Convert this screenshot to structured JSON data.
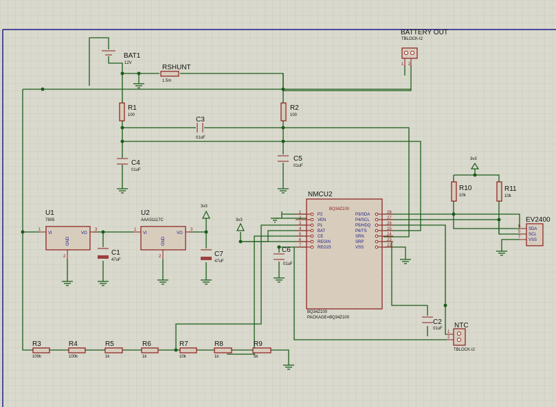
{
  "components": {
    "bat1": {
      "ref": "BAT1",
      "value": "12V"
    },
    "rshunt": {
      "ref": "RSHUNT",
      "value": "1.5m"
    },
    "battery_out": {
      "ref": "BATTERY OUT",
      "value": "TBLOCK-I2",
      "pin1": "1",
      "pin2": "2"
    },
    "r1": {
      "ref": "R1",
      "value": "100"
    },
    "r2": {
      "ref": "R2",
      "value": "100"
    },
    "c3": {
      "ref": "C3",
      "value": "01uF"
    },
    "c4": {
      "ref": "C4",
      "value": "01uF"
    },
    "c5": {
      "ref": "C5",
      "value": "01uF"
    },
    "r10": {
      "ref": "R10",
      "value": "10k"
    },
    "r11": {
      "ref": "R11",
      "value": "10k"
    },
    "ev2400": {
      "ref": "EV2400",
      "pins": [
        {
          "num": "6",
          "name": "SDA"
        },
        {
          "num": "5",
          "name": "SCL"
        },
        {
          "num": "7",
          "name": "VSS"
        }
      ]
    },
    "u1": {
      "ref": "U1",
      "value": "7805",
      "vi": "VI",
      "vo": "VO",
      "gnd": "GND",
      "p1": "1",
      "p2": "2",
      "p3": "3"
    },
    "u2": {
      "ref": "U2",
      "value": "AAAS1117C",
      "vi": "VI",
      "vo": "VO",
      "gnd": "GND",
      "p1": "1",
      "p2": "2",
      "p3": "3"
    },
    "c1": {
      "ref": "C1",
      "value": "47uF"
    },
    "c7": {
      "ref": "C7",
      "value": "47uF"
    },
    "c6": {
      "ref": "C6",
      "value": "01uF"
    },
    "c2": {
      "ref": "C2",
      "value": "01uF"
    },
    "ntc": {
      "ref": "NTC",
      "value": "TBLOCK-I2",
      "pin1": "1",
      "pin2": "2"
    },
    "nmcu2": {
      "ref": "NMCU2",
      "part": "BQ34Z100",
      "footer1": "BQ34Z100",
      "footer2": "PACKAGE=BQ34Z100",
      "left_pins": [
        {
          "num": "1",
          "name": "P2"
        },
        {
          "num": "2",
          "name": "VEN"
        },
        {
          "num": "3",
          "name": "P1"
        },
        {
          "num": "4",
          "name": "BAT"
        },
        {
          "num": "5",
          "name": "CE"
        },
        {
          "num": "6",
          "name": "REGIN"
        },
        {
          "num": "7",
          "name": "REG25"
        }
      ],
      "right_pins": [
        {
          "num": "28",
          "name": "P3/SDA"
        },
        {
          "num": "27",
          "name": "P4/SCL"
        },
        {
          "num": "26",
          "name": "P5/HDQ"
        },
        {
          "num": "25",
          "name": "P6/TS"
        },
        {
          "num": "24",
          "name": "SRN"
        },
        {
          "num": "23",
          "name": "SRP"
        },
        {
          "num": "22",
          "name": "VSS"
        }
      ]
    },
    "resistor_chain": [
      {
        "ref": "R3",
        "value": "100k"
      },
      {
        "ref": "R4",
        "value": "100k"
      },
      {
        "ref": "R5",
        "value": "1k"
      },
      {
        "ref": "R6",
        "value": "1k"
      },
      {
        "ref": "R7",
        "value": "10k"
      },
      {
        "ref": "R8",
        "value": "1k"
      },
      {
        "ref": "R9",
        "value": "5k"
      }
    ]
  },
  "power_labels": {
    "p3v3_a": "3v3",
    "p3v3_b": "3v3",
    "p3v3_c": "3v3"
  },
  "colors": {
    "background": "#d9d9cd",
    "grid": "#c6c6b8",
    "wire": "#1a5c1a",
    "component_outline": "#8b1a1a",
    "component_body": "#d8cdbd",
    "sheet_border": "#1a1a8b"
  }
}
